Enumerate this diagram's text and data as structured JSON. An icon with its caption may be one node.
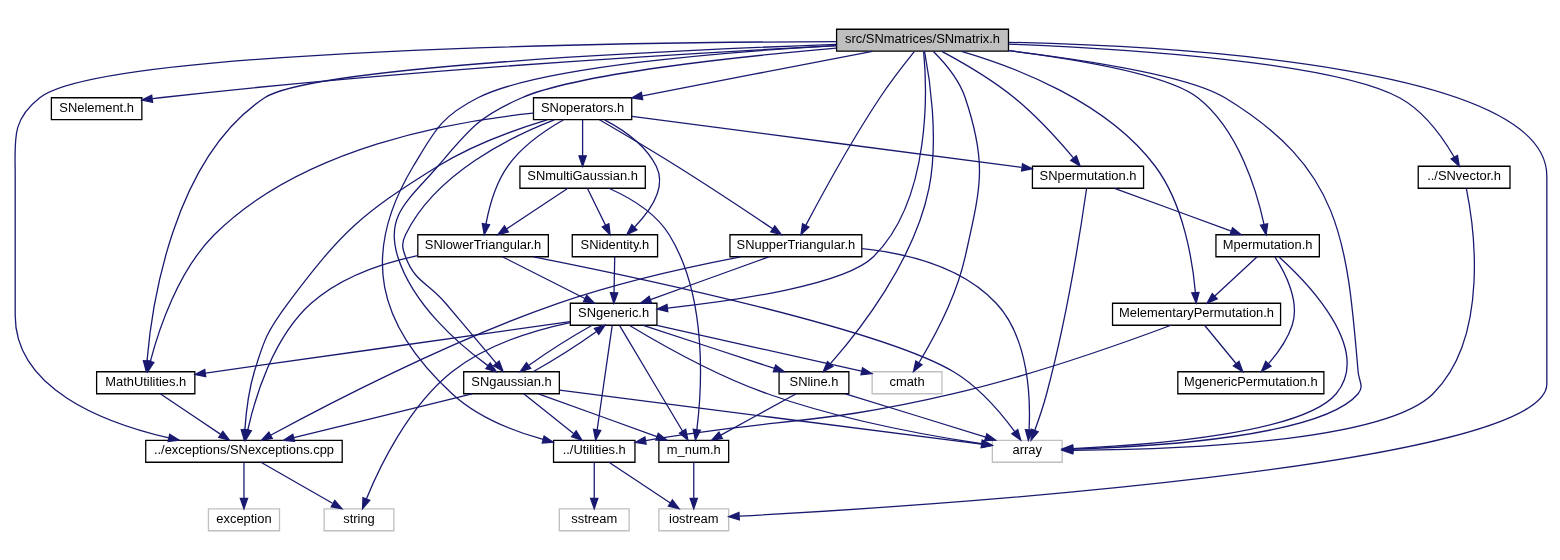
{
  "diagram": {
    "nodes": [
      {
        "text": [
          "src/SNmatrices/SNmatrix.h"
        ]
      },
      {
        "text": [
          "SNoperators.h"
        ]
      },
      {
        "text": [
          "SNelement.h"
        ]
      },
      {
        "text": [
          "SNpermutation.h"
        ]
      },
      {
        "text": [
          "SNmultiGaussian.h"
        ]
      },
      {
        "text": [
          "../SNvector.h"
        ]
      },
      {
        "text": [
          "Mpermutation.h"
        ]
      },
      {
        "text": [
          "SNidentity.h"
        ]
      },
      {
        "text": [
          "SNlowerTriangular.h"
        ]
      },
      {
        "text": [
          "SNupperTriangular.h"
        ]
      },
      {
        "text": [
          "MelementaryPermutation.h"
        ]
      },
      {
        "text": [
          "SNgeneric.h"
        ]
      },
      {
        "text": [
          "MgenericPermutation.h"
        ]
      },
      {
        "text": [
          "cmath"
        ]
      },
      {
        "text": [
          "SNgaussian.h"
        ]
      },
      {
        "text": [
          "SNline.h"
        ]
      },
      {
        "text": [
          "MathUtilities.h"
        ]
      },
      {
        "text": [
          "../Utilities.h"
        ]
      },
      {
        "text": [
          "m_num.h"
        ]
      },
      {
        "text": [
          "array"
        ]
      },
      {
        "text": [
          "../exceptions/SNexceptions.cpp"
        ]
      },
      {
        "text": [
          "sstream"
        ]
      },
      {
        "text": [
          "iostream"
        ]
      },
      {
        "text": [
          "string"
        ]
      },
      {
        "text": [
          "exception"
        ]
      }
    ],
    "edges": [
      {
        "from": 0,
        "to": 17,
        "arrow": "to"
      },
      {
        "from": 0,
        "to": 10,
        "arrow": "to"
      },
      {
        "from": 0,
        "to": 6,
        "arrow": "to"
      },
      {
        "from": 0,
        "to": 22,
        "arrow": "to"
      },
      {
        "from": 0,
        "to": 13,
        "arrow": "to"
      },
      {
        "from": 0,
        "to": 14,
        "arrow": "to"
      },
      {
        "from": 0,
        "to": 11,
        "arrow": "to"
      },
      {
        "from": 0,
        "to": 3,
        "arrow": "to"
      },
      {
        "from": 0,
        "to": 1,
        "arrow": "to"
      },
      {
        "from": 0,
        "to": 2,
        "arrow": "to"
      },
      {
        "from": 0,
        "to": 15,
        "arrow": "to"
      },
      {
        "from": 0,
        "to": 9,
        "arrow": "to"
      },
      {
        "from": 0,
        "to": 16,
        "arrow": "to"
      },
      {
        "from": 0,
        "to": 5,
        "arrow": "to"
      },
      {
        "from": 0,
        "to": 19,
        "arrow": "to"
      },
      {
        "from": 0,
        "to": 20,
        "arrow": "to"
      },
      {
        "from": 1,
        "to": 3,
        "arrow": "to"
      },
      {
        "from": 1,
        "to": 14,
        "arrow": "to"
      },
      {
        "from": 1,
        "to": 4,
        "arrow": "to"
      },
      {
        "from": 1,
        "to": 7,
        "arrow": "to"
      },
      {
        "from": 1,
        "to": 8,
        "arrow": "to"
      },
      {
        "from": 1,
        "to": 9,
        "arrow": "to"
      },
      {
        "from": 1,
        "to": 16,
        "arrow": "to"
      },
      {
        "from": 1,
        "to": 20,
        "arrow": "to"
      },
      {
        "from": 3,
        "to": 6,
        "arrow": "to"
      },
      {
        "from": 3,
        "to": 19,
        "arrow": "to"
      },
      {
        "from": 4,
        "to": 18,
        "arrow": "to"
      },
      {
        "from": 4,
        "to": 7,
        "arrow": "to"
      },
      {
        "from": 4,
        "to": 8,
        "arrow": "to"
      },
      {
        "from": 5,
        "to": 19,
        "arrow": "to"
      },
      {
        "from": 6,
        "to": 10,
        "arrow": "to"
      },
      {
        "from": 6,
        "to": 12,
        "arrow": "to"
      },
      {
        "from": 6,
        "to": 19,
        "arrow": "to"
      },
      {
        "from": 7,
        "to": 11,
        "arrow": "to"
      },
      {
        "from": 8,
        "to": 11,
        "arrow": "to"
      },
      {
        "from": 8,
        "to": 19,
        "arrow": "to"
      },
      {
        "from": 8,
        "to": 20,
        "arrow": "to"
      },
      {
        "from": 9,
        "to": 11,
        "arrow": "to"
      },
      {
        "from": 9,
        "to": 19,
        "arrow": "to"
      },
      {
        "from": 9,
        "to": 20,
        "arrow": "to"
      },
      {
        "from": 10,
        "to": 12,
        "arrow": "to"
      },
      {
        "from": 10,
        "to": 17,
        "arrow": "to"
      },
      {
        "from": 11,
        "to": 13,
        "arrow": "to"
      },
      {
        "from": 11,
        "to": 14,
        "arrow": "to"
      },
      {
        "from": 11,
        "to": 17,
        "arrow": "to"
      },
      {
        "from": 11,
        "to": 18,
        "arrow": "to"
      },
      {
        "from": 11,
        "to": 15,
        "arrow": "to"
      },
      {
        "from": 11,
        "to": 16,
        "arrow": "to"
      },
      {
        "from": 11,
        "to": 19,
        "arrow": "to"
      },
      {
        "from": 11,
        "to": 23,
        "arrow": "to"
      },
      {
        "from": 14,
        "to": 11,
        "arrow": "to"
      },
      {
        "from": 14,
        "to": 17,
        "arrow": "to"
      },
      {
        "from": 14,
        "to": 18,
        "arrow": "to"
      },
      {
        "from": 14,
        "to": 19,
        "arrow": "to"
      },
      {
        "from": 14,
        "to": 20,
        "arrow": "to"
      },
      {
        "from": 15,
        "to": 18,
        "arrow": "to"
      },
      {
        "from": 15,
        "to": 19,
        "arrow": "to"
      },
      {
        "from": 16,
        "to": 20,
        "arrow": "to"
      },
      {
        "from": 17,
        "to": 21,
        "arrow": "to"
      },
      {
        "from": 17,
        "to": 22,
        "arrow": "to"
      },
      {
        "from": 18,
        "to": 22,
        "arrow": "to"
      },
      {
        "from": 20,
        "to": 23,
        "arrow": "to"
      },
      {
        "from": 20,
        "to": 24,
        "arrow": "to"
      }
    ]
  }
}
